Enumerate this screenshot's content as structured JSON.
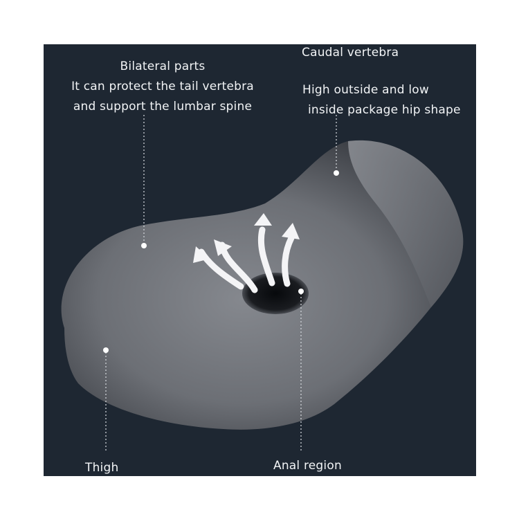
{
  "panel": {
    "background": "#1e2732",
    "text_color": "#f2f4f6",
    "cushion_color": "#6e7177",
    "arrow_color": "#f4f4f6"
  },
  "labels": {
    "bilateral": {
      "line1": "Bilateral parts",
      "line2": "It can protect the tail vertebra",
      "line3": "and support the lumbar spine"
    },
    "caudal": "Caudal vertebra",
    "high_outside": {
      "line1": "High outside and low",
      "line2": "inside package hip shape"
    },
    "thigh": "Thigh",
    "anal": "Anal region"
  }
}
